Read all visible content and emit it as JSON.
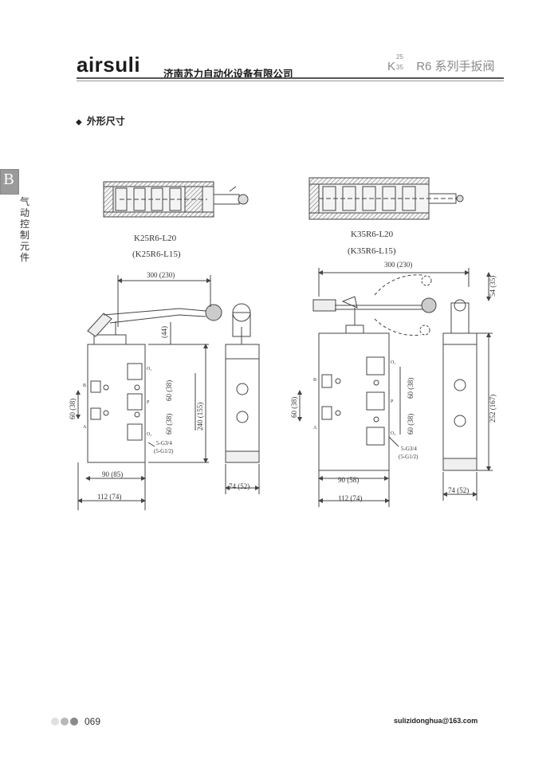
{
  "header": {
    "brand": "airsuli",
    "company": "济南苏力自动化设备有限公司",
    "series": {
      "prefix": "K",
      "sup": "25",
      "sub": "35",
      "model": "R6",
      "suffix": " 系列手扳阀"
    }
  },
  "section_title": "外形尺寸",
  "side_tab": {
    "letter": "B",
    "text": "气动控制元件"
  },
  "drawings": {
    "left": {
      "model": "K25R6-L20",
      "model_alt": "(K25R6-L15)",
      "dim_top": "300 (230)",
      "dim_handle": "(44)",
      "dim_height": "240 (155)",
      "dim_spacing_1": "60 (38)",
      "dim_spacing_2": "60 (38)",
      "dim_left": "60 (38)",
      "dim_width_1": "90 (85)",
      "dim_width_2": "112 (74)",
      "dim_side": "74 (52)",
      "thread": "5-G3/4",
      "thread_alt": "(5-G1/2)",
      "ports": {
        "o1": "O₁",
        "b": "B",
        "p": "P",
        "a": "A",
        "o2": "O₂"
      }
    },
    "right": {
      "model": "K35R6-L20",
      "model_alt": "(K35R6-L15)",
      "dim_top": "300 (230)",
      "dim_handle": "54 (35)",
      "dim_height": "252 (167)",
      "dim_spacing_1": "60 (38)",
      "dim_spacing_2": "60 (38)",
      "dim_left": "60 (38)",
      "dim_width_1": "90 (58)",
      "dim_width_2": "112 (74)",
      "dim_side": "74 (52)",
      "thread": "5-G3/4",
      "thread_alt": "(5-G1/2)",
      "ports": {
        "o1": "O₁",
        "b": "B",
        "p": "P",
        "a": "A",
        "o2": "O₂"
      }
    }
  },
  "footer": {
    "page": "069",
    "email": "sulizidonghua@163.com"
  },
  "colors": {
    "dot1": "#e0e0e0",
    "dot2": "#b8b8b8",
    "dot3": "#8a8a8a",
    "tab": "#9a9a9a"
  }
}
